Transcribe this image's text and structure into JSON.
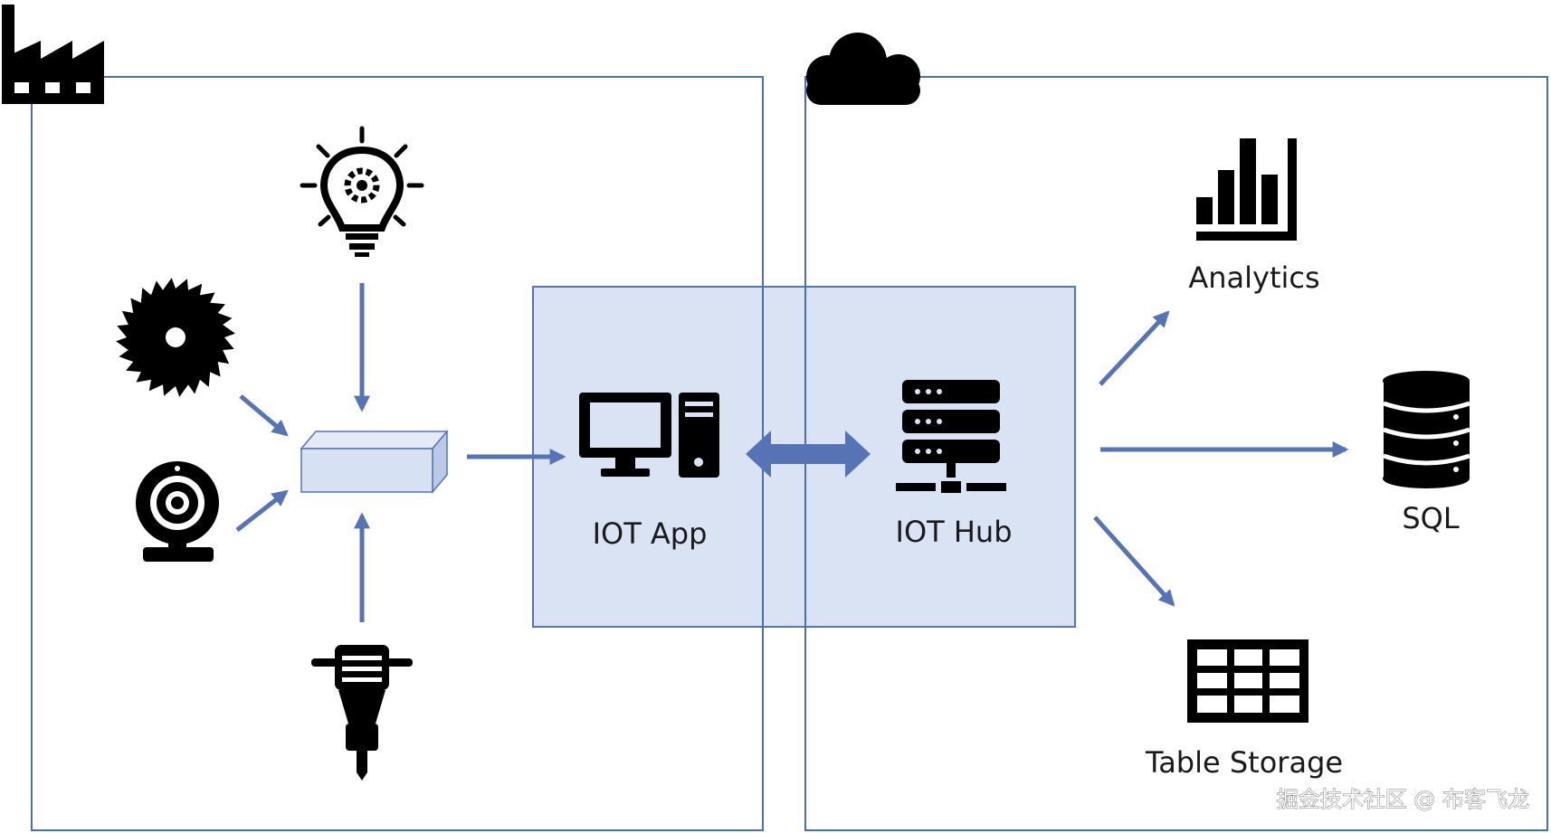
{
  "diagram": {
    "nodes": {
      "iot_app": {
        "label": "IOT App",
        "icon": "desktop-computer-icon"
      },
      "iot_hub": {
        "label": "IOT Hub",
        "icon": "server-rack-icon"
      },
      "analytics": {
        "label": "Analytics",
        "icon": "bar-chart-icon"
      },
      "sql": {
        "label": "SQL",
        "icon": "database-icon"
      },
      "table_storage": {
        "label": "Table Storage",
        "icon": "table-grid-icon"
      },
      "gateway": {
        "label": "",
        "icon": "gateway-box"
      }
    },
    "zones": [
      {
        "name": "on-premises",
        "icon": "factory-icon"
      },
      {
        "name": "cloud",
        "icon": "cloud-icon"
      }
    ],
    "devices": [
      {
        "icon": "smart-bulb-icon"
      },
      {
        "icon": "saw-blade-icon"
      },
      {
        "icon": "webcam-icon"
      },
      {
        "icon": "jackhammer-icon"
      }
    ],
    "edges": [
      {
        "from": "smart-bulb",
        "to": "gateway"
      },
      {
        "from": "saw-blade",
        "to": "gateway"
      },
      {
        "from": "webcam",
        "to": "gateway"
      },
      {
        "from": "jackhammer",
        "to": "gateway"
      },
      {
        "from": "gateway",
        "to": "iot_app"
      },
      {
        "from": "iot_app",
        "to": "iot_hub",
        "bidirectional": true
      },
      {
        "from": "iot_hub",
        "to": "analytics"
      },
      {
        "from": "iot_hub",
        "to": "sql"
      },
      {
        "from": "iot_hub",
        "to": "table_storage"
      }
    ]
  },
  "watermark": "掘金技术社区 @ 布客飞龙",
  "colors": {
    "arrow": "#5673b5",
    "overlap_fill": "#dae3f3",
    "overlap_stroke": "#5673b5",
    "border": "#4f6fa8",
    "icon": "#000000"
  }
}
